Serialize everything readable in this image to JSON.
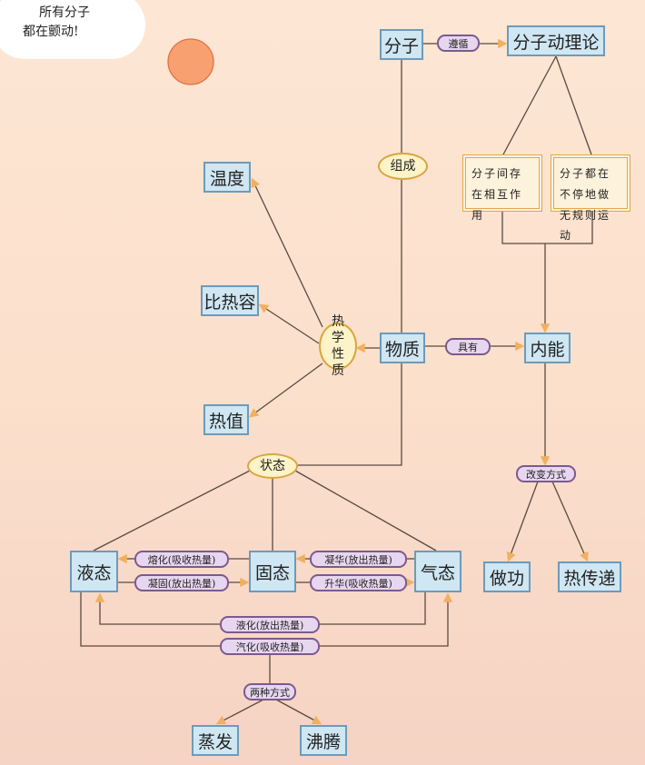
{
  "speech_bubble": [
    "所有分子",
    "都在颤动!"
  ],
  "nodes": {
    "molecule": "分子",
    "kinetic_theory": "分子动理论",
    "interaction": "分子间存在相互作用",
    "random_motion": "分子都在不停地做无规则运动",
    "matter": "物质",
    "internal_energy": "内能",
    "thermal_props": "热学性质",
    "temperature": "温度",
    "specific_heat": "比热容",
    "heat_value": "热值",
    "state": "状态",
    "liquid": "液态",
    "solid": "固态",
    "gas": "气态",
    "evaporation": "蒸发",
    "boiling": "沸腾",
    "work": "做功",
    "heat_transfer": "热传递"
  },
  "links": {
    "follows": "遵循",
    "composes": "组成",
    "has": "具有",
    "change_ways": "改变方式",
    "melting": "熔化(吸收热量)",
    "solidifying": "凝固(放出热量)",
    "desublimation": "凝华(放出热量)",
    "sublimation": "升华(吸收热量)",
    "liquefaction": "液化(放出热量)",
    "vaporization": "汽化(吸收热量)",
    "two_ways": "两种方式"
  },
  "colors": {
    "line": "#5a4a40",
    "arrow": "#f0b060",
    "box": "#cfe6f3",
    "pill": "#e7d6ef"
  }
}
